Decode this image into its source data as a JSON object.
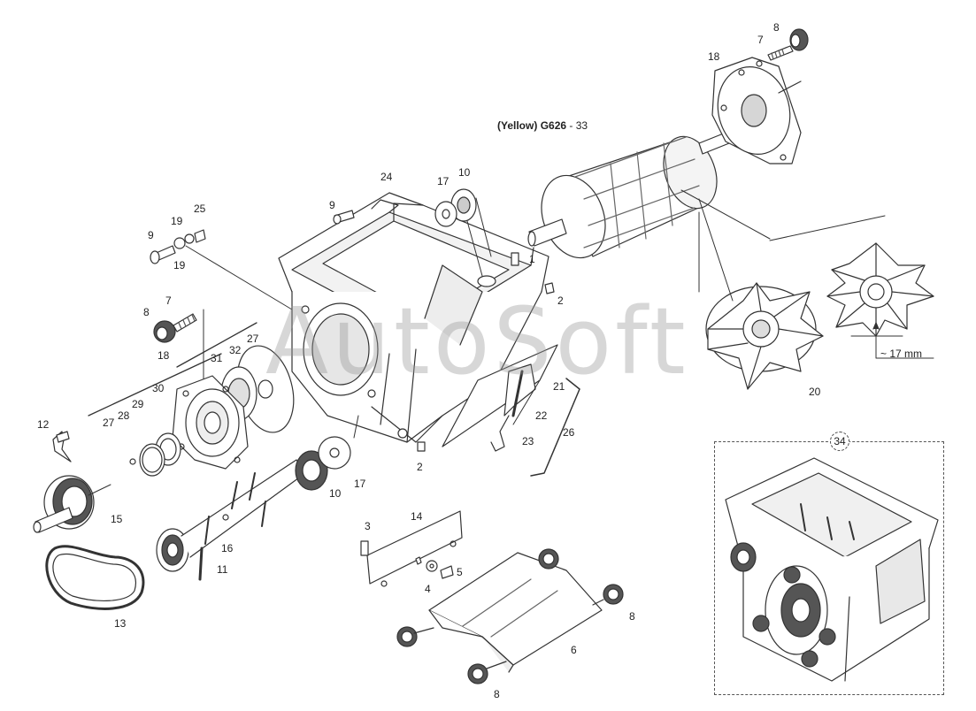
{
  "watermark": "AutoSoft",
  "dimension_note": "~ 17 mm",
  "rotor_note": {
    "color": "(Yellow)",
    "part_no": "G626",
    "suffix": "- 33"
  },
  "assembly_label": "34",
  "callouts": [
    {
      "id": "c8a",
      "text": "8"
    },
    {
      "id": "c7a",
      "text": "7"
    },
    {
      "id": "c18a",
      "text": "18"
    },
    {
      "id": "c10a",
      "text": "10"
    },
    {
      "id": "c17a",
      "text": "17"
    },
    {
      "id": "c24",
      "text": "24"
    },
    {
      "id": "c9a",
      "text": "9"
    },
    {
      "id": "c25",
      "text": "25"
    },
    {
      "id": "c19a",
      "text": "19"
    },
    {
      "id": "c9b",
      "text": "9"
    },
    {
      "id": "c19b",
      "text": "19"
    },
    {
      "id": "c1",
      "text": "1"
    },
    {
      "id": "c2a",
      "text": "2"
    },
    {
      "id": "c7b",
      "text": "7"
    },
    {
      "id": "c8b",
      "text": "8"
    },
    {
      "id": "c18b",
      "text": "18"
    },
    {
      "id": "c27a",
      "text": "27"
    },
    {
      "id": "c32",
      "text": "32"
    },
    {
      "id": "c31",
      "text": "31"
    },
    {
      "id": "c30",
      "text": "30"
    },
    {
      "id": "c29",
      "text": "29"
    },
    {
      "id": "c28",
      "text": "28"
    },
    {
      "id": "c27b",
      "text": "27"
    },
    {
      "id": "c12",
      "text": "12"
    },
    {
      "id": "c21",
      "text": "21"
    },
    {
      "id": "c22",
      "text": "22"
    },
    {
      "id": "c23",
      "text": "23"
    },
    {
      "id": "c26",
      "text": "26"
    },
    {
      "id": "c20",
      "text": "20"
    },
    {
      "id": "c2b",
      "text": "2"
    },
    {
      "id": "c17b",
      "text": "17"
    },
    {
      "id": "c10b",
      "text": "10"
    },
    {
      "id": "c15",
      "text": "15"
    },
    {
      "id": "c16",
      "text": "16"
    },
    {
      "id": "c11",
      "text": "11"
    },
    {
      "id": "c13",
      "text": "13"
    },
    {
      "id": "c3",
      "text": "3"
    },
    {
      "id": "c14",
      "text": "14"
    },
    {
      "id": "c5",
      "text": "5"
    },
    {
      "id": "c4",
      "text": "4"
    },
    {
      "id": "c6",
      "text": "6"
    },
    {
      "id": "c8c",
      "text": "8"
    },
    {
      "id": "c8d",
      "text": "8"
    }
  ],
  "colors": {
    "line": "#333333",
    "part_fill": "#ffffff",
    "shade": "#d9d9d9",
    "dark": "#555555"
  }
}
